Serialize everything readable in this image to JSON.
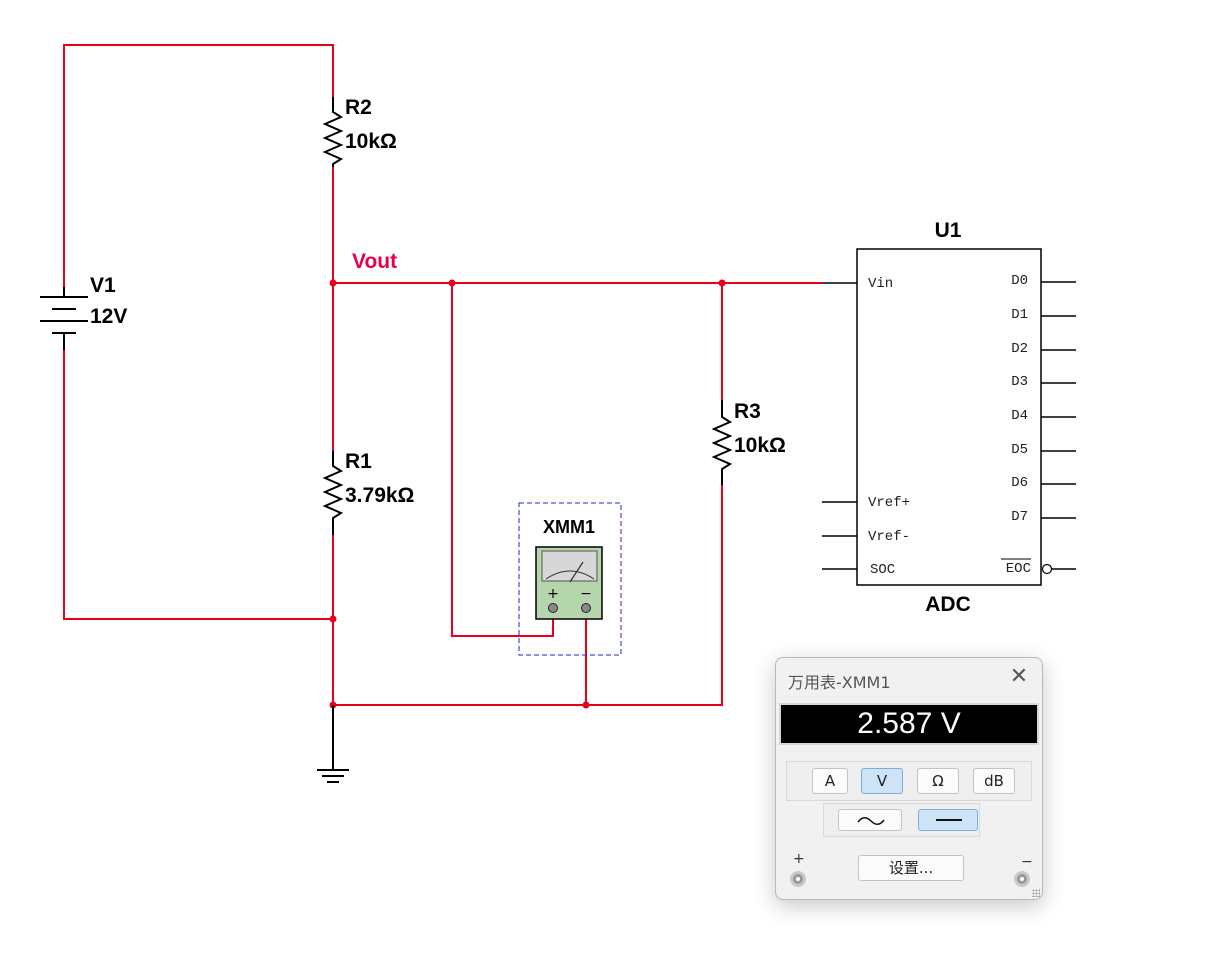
{
  "schematic": {
    "v1": {
      "name": "V1",
      "value": "12V"
    },
    "r2": {
      "name": "R2",
      "value": "10kΩ"
    },
    "r1": {
      "name": "R1",
      "value": "3.79kΩ"
    },
    "r3": {
      "name": "R3",
      "value": "10kΩ"
    },
    "net_label": "Vout",
    "meter_symbol": {
      "name": "XMM1",
      "plus": "+",
      "minus": "−"
    },
    "adc": {
      "ref": "U1",
      "type": "ADC",
      "left_pins": [
        "Vin",
        "Vref+",
        "Vref-",
        "SOC"
      ],
      "right_pins": [
        "D0",
        "D1",
        "D2",
        "D3",
        "D4",
        "D5",
        "D6",
        "D7",
        "EOC"
      ]
    },
    "colors": {
      "wire": "#e8001c",
      "net_label": "#e8004f",
      "component": "#000000"
    }
  },
  "multimeter_window": {
    "title": "万用表-XMM1",
    "close_icon": "close-icon",
    "reading": "2.587 V",
    "mode_buttons": [
      {
        "label": "A",
        "active": false
      },
      {
        "label": "V",
        "active": true
      },
      {
        "label": "Ω",
        "active": false
      },
      {
        "label": "dB",
        "active": false
      }
    ],
    "wave_buttons": [
      {
        "icon": "ac-wave-icon",
        "active": false
      },
      {
        "icon": "dc-line-icon",
        "active": true
      }
    ],
    "settings_label": "设置...",
    "plus_label": "+",
    "minus_label": "−"
  }
}
